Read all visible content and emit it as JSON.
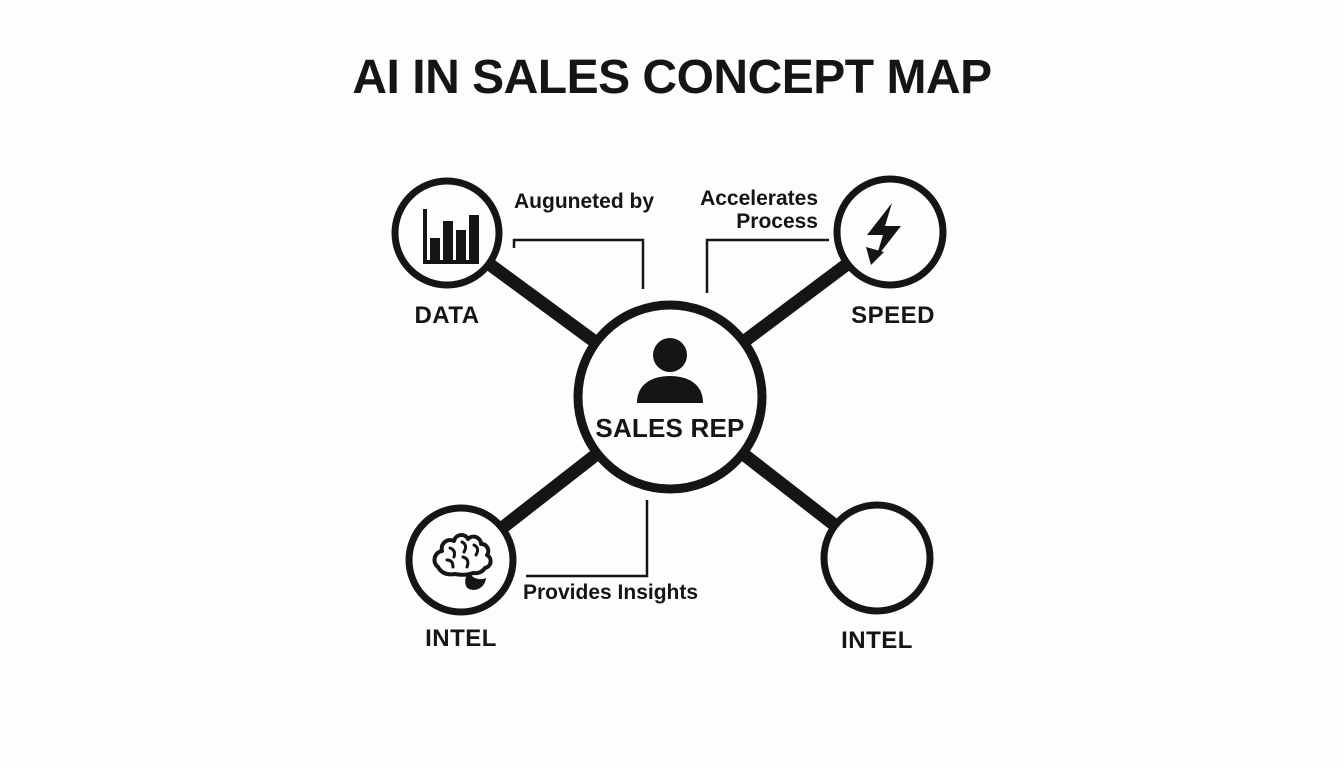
{
  "title": "AI IN SALES CONCEPT MAP",
  "colors": {
    "ink": "#151515",
    "background": "#fdfdfd"
  },
  "diagram": {
    "center": {
      "id": "sales-rep",
      "label": "SALES REP",
      "icon": "person-icon"
    },
    "nodes": [
      {
        "id": "data",
        "label": "DATA",
        "icon": "bar-chart-icon",
        "position": "top-left"
      },
      {
        "id": "speed",
        "label": "SPEED",
        "icon": "lightning-bolt-icon",
        "position": "top-right"
      },
      {
        "id": "intel-left",
        "label": "INTEL",
        "icon": "brain-icon",
        "position": "bottom-left"
      },
      {
        "id": "intel-right",
        "label": "INTEL",
        "icon": "none",
        "position": "bottom-right"
      }
    ],
    "edges": [
      {
        "from": "sales-rep",
        "to": "data",
        "label": "Auguneted by"
      },
      {
        "from": "sales-rep",
        "to": "speed",
        "label": "Accelerates Process",
        "label_lines": [
          "Accelerates",
          "Process"
        ]
      },
      {
        "from": "sales-rep",
        "to": "intel-left",
        "label": "Provides Insights"
      },
      {
        "from": "sales-rep",
        "to": "intel-right",
        "label": ""
      }
    ]
  }
}
